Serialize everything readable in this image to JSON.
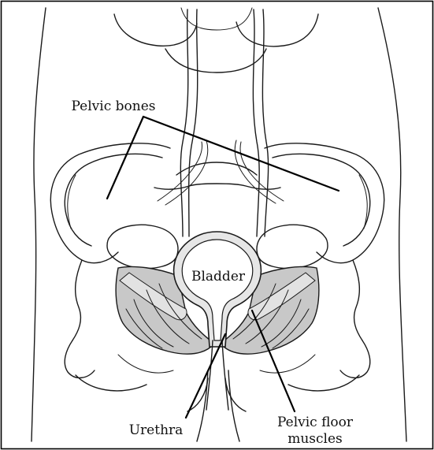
{
  "figure": {
    "labels": {
      "pelvic_bones": "Pelvic bones",
      "bladder": "Bladder",
      "urethra": "Urethra",
      "pelvic_floor_line1": "Pelvic floor",
      "pelvic_floor_line2": "muscles"
    },
    "colors": {
      "background": "#ffffff",
      "ink": "#1a1a1a",
      "muscle_fill": "#c8c8c8",
      "muscle_light": "#e2e2e2",
      "bladder_fill": "#e6e6e6",
      "frame_border": "#000000"
    }
  }
}
